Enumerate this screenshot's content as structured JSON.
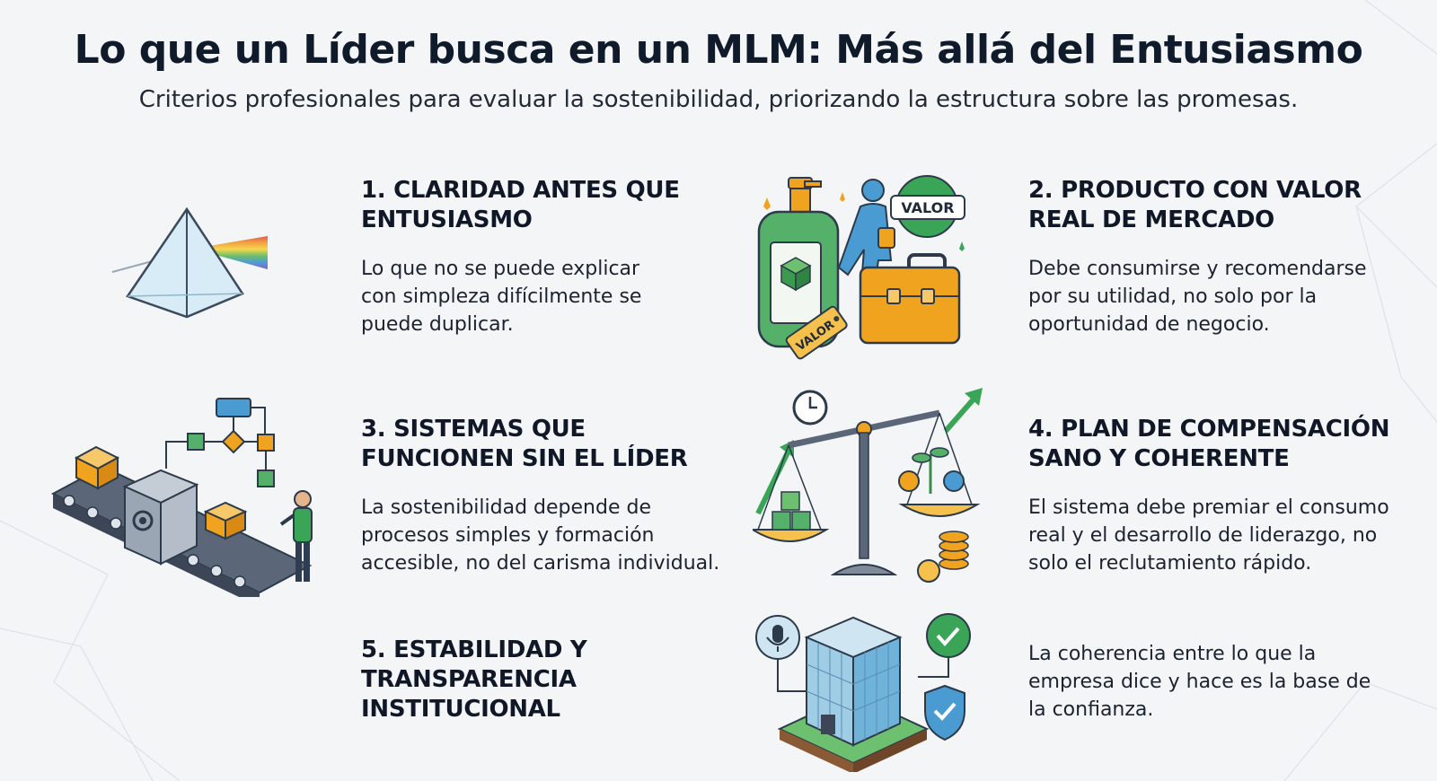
{
  "title": "Lo que un Líder busca en un MLM: Más allá del Entusiasmo",
  "subtitle": "Criterios profesionales para evaluar la sostenibilidad, priorizando la estructura sobre las promesas.",
  "sections": [
    {
      "heading": "1. CLARIDAD ANTES QUE\nENTUSIASMO",
      "description": "Lo que no se puede explicar con simpleza difícilmente se puede duplicar.",
      "icon": "prism-icon"
    },
    {
      "heading": "2. PRODUCTO CON VALOR\nREAL DE MERCADO",
      "description": "Debe consumirse y recomendarse por su utilidad, no solo por la oportunidad de negocio.",
      "icon": "product-value-icon"
    },
    {
      "heading": "3. SISTEMAS QUE\nFUNCIONEN SIN EL LÍDER",
      "description": "La sostenibilidad depende de procesos simples y formación accesible, no del carisma individual.",
      "icon": "conveyor-system-icon"
    },
    {
      "heading": "4. PLAN DE COMPENSACIÓN\nSANO Y COHERENTE",
      "description": "El sistema debe premiar el consumo real y el desarrollo de liderazgo, no solo el reclutamiento rápido.",
      "icon": "balance-scale-icon"
    },
    {
      "heading": "5. ESTABILIDAD Y\nTRANSPARENCIA\nINSTITUCIONAL",
      "description": "La coherencia entre lo que la empresa dice y hace es la base de la confianza.",
      "icon": "institution-building-icon"
    }
  ],
  "badges": {
    "valor_badge": "VALOR",
    "valor_tag": "VALOR"
  },
  "colors": {
    "accent_green": "#3aa556",
    "accent_orange": "#f0a31e",
    "accent_blue": "#4a9bd1",
    "text_dark": "#101827"
  }
}
